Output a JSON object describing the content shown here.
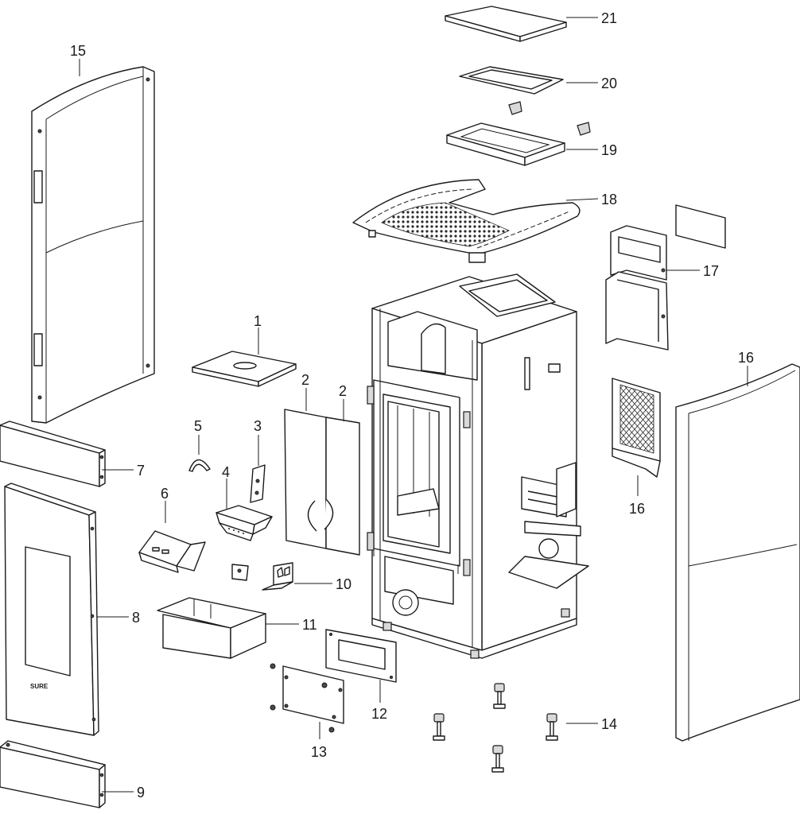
{
  "diagram": {
    "callouts": [
      {
        "id": "p1",
        "label": "1"
      },
      {
        "id": "p2a",
        "label": "2"
      },
      {
        "id": "p2b",
        "label": "2"
      },
      {
        "id": "p3",
        "label": "3"
      },
      {
        "id": "p4",
        "label": "4"
      },
      {
        "id": "p5",
        "label": "5"
      },
      {
        "id": "p6",
        "label": "6"
      },
      {
        "id": "p7",
        "label": "7"
      },
      {
        "id": "p8",
        "label": "8"
      },
      {
        "id": "p9",
        "label": "9"
      },
      {
        "id": "p10",
        "label": "10"
      },
      {
        "id": "p11",
        "label": "11"
      },
      {
        "id": "p12",
        "label": "12"
      },
      {
        "id": "p13",
        "label": "13"
      },
      {
        "id": "p14",
        "label": "14"
      },
      {
        "id": "p15",
        "label": "15"
      },
      {
        "id": "p16a",
        "label": "16"
      },
      {
        "id": "p16b",
        "label": "16"
      },
      {
        "id": "p17",
        "label": "17"
      },
      {
        "id": "p18",
        "label": "18"
      },
      {
        "id": "p19",
        "label": "19"
      },
      {
        "id": "p20",
        "label": "20"
      },
      {
        "id": "p21",
        "label": "21"
      }
    ],
    "door_brand": "SURE",
    "colors": {
      "line": "#1a1a1a",
      "fill": "#ffffff",
      "shade": "#d9d9d9"
    }
  }
}
